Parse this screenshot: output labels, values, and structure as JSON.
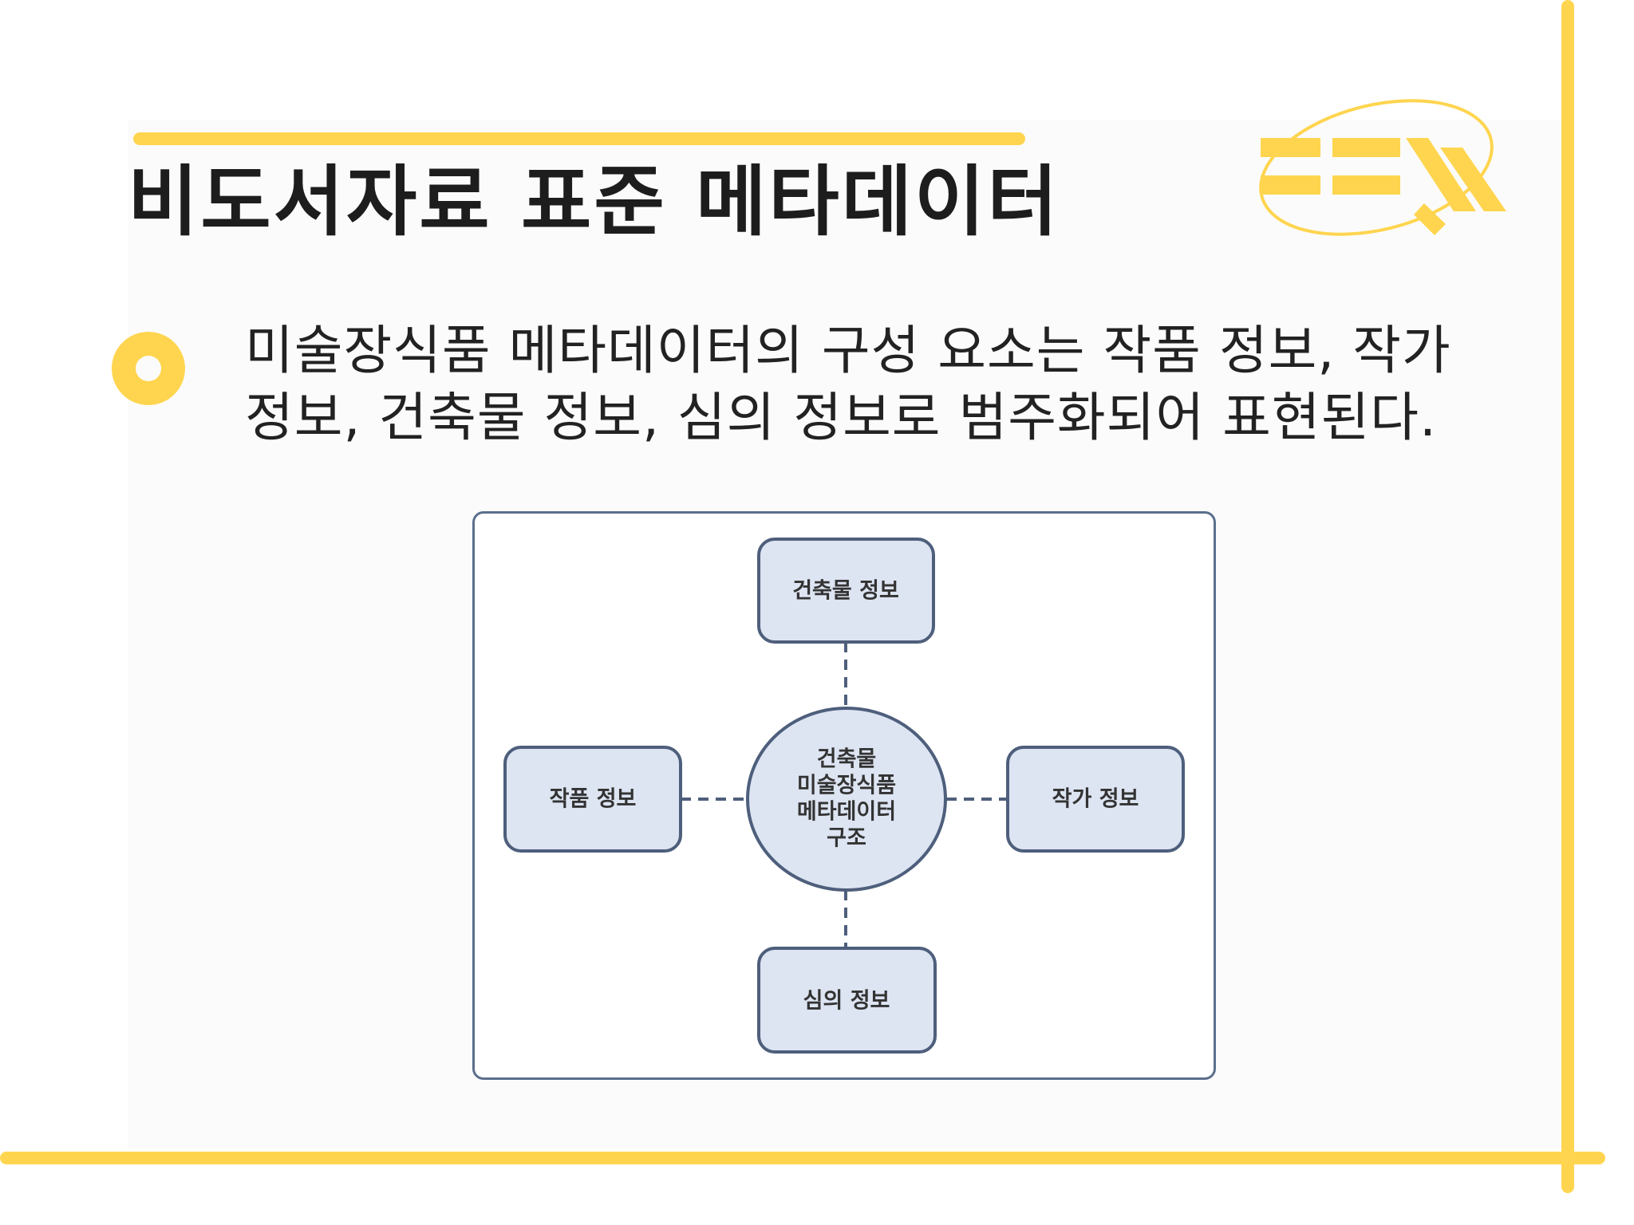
{
  "title": "비도서자료 표준 메타데이터",
  "body_text": "미술장식품 메타데이터의 구성 요소는 작품 정보, 작가 정보, 건축물 정보, 심의 정보로 범주화되어 표현된다.",
  "colors": {
    "accent": "#FFD54F",
    "node_fill": "#dde4f2",
    "node_stroke": "#4e5f7c",
    "text": "#1d1d1d"
  },
  "diagram": {
    "center": {
      "lines": [
        "건축물",
        "미술장식품",
        "메타데이터",
        "구조"
      ]
    },
    "top": {
      "label": "건축물 정보"
    },
    "left": {
      "label": "작품 정보"
    },
    "right": {
      "label": "작가 정보"
    },
    "bottom": {
      "label": "심의 정보"
    }
  }
}
